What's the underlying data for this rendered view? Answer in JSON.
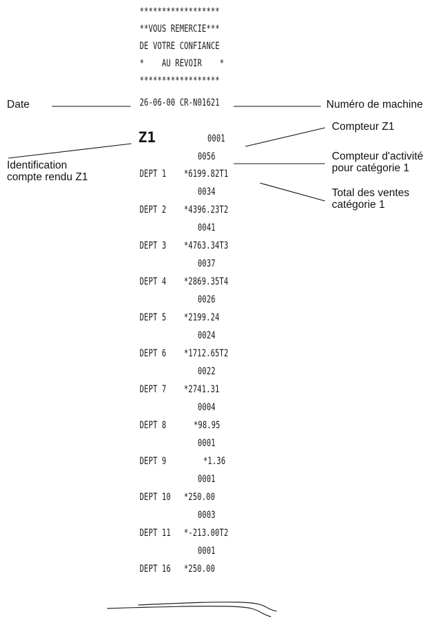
{
  "receipt": {
    "header": [
      "******************",
      "**VOUS REMERCIE***",
      "DE VOTRE CONFIANCE",
      "*    AU REVOIR    *",
      "******************"
    ],
    "date_line": "26-06-00 CR-N01621",
    "z_mark": "Z1",
    "z_counter": "0001",
    "activity_first": "0056",
    "departments": [
      {
        "dept": "DEPT 1",
        "amount": "*6199.82T1",
        "count": "0034"
      },
      {
        "dept": "DEPT 2",
        "amount": "*4396.23T2",
        "count": "0041"
      },
      {
        "dept": "DEPT 3",
        "amount": "*4763.34T3",
        "count": "0037"
      },
      {
        "dept": "DEPT 4",
        "amount": "*2869.35T4",
        "count": "0026"
      },
      {
        "dept": "DEPT 5",
        "amount": "*2199.24",
        "count": "0024"
      },
      {
        "dept": "DEPT 6",
        "amount": "*1712.65T2",
        "count": "0022"
      },
      {
        "dept": "DEPT 7",
        "amount": "*2741.31",
        "count": "0004"
      },
      {
        "dept": "DEPT 8",
        "amount": "*98.95",
        "count": "0001"
      },
      {
        "dept": "DEPT 9",
        "amount": "*1.36",
        "count": "0001"
      },
      {
        "dept": "DEPT 10",
        "amount": "*250.00",
        "count": "0003"
      },
      {
        "dept": "DEPT 11",
        "amount": "*-213.00T2",
        "count": "0001"
      },
      {
        "dept": "DEPT 16",
        "amount": "*250.00",
        "count": ""
      }
    ]
  },
  "callouts": {
    "date": "Date",
    "machine_number": "Numéro de machine",
    "z_counter": "Compteur Z1",
    "identification": [
      "Identification",
      "compte rendu Z1"
    ],
    "activity_counter": [
      "Compteur d'activité",
      "pour catégorie 1"
    ],
    "sales_total": [
      "Total des ventes",
      "catégorie 1"
    ]
  }
}
